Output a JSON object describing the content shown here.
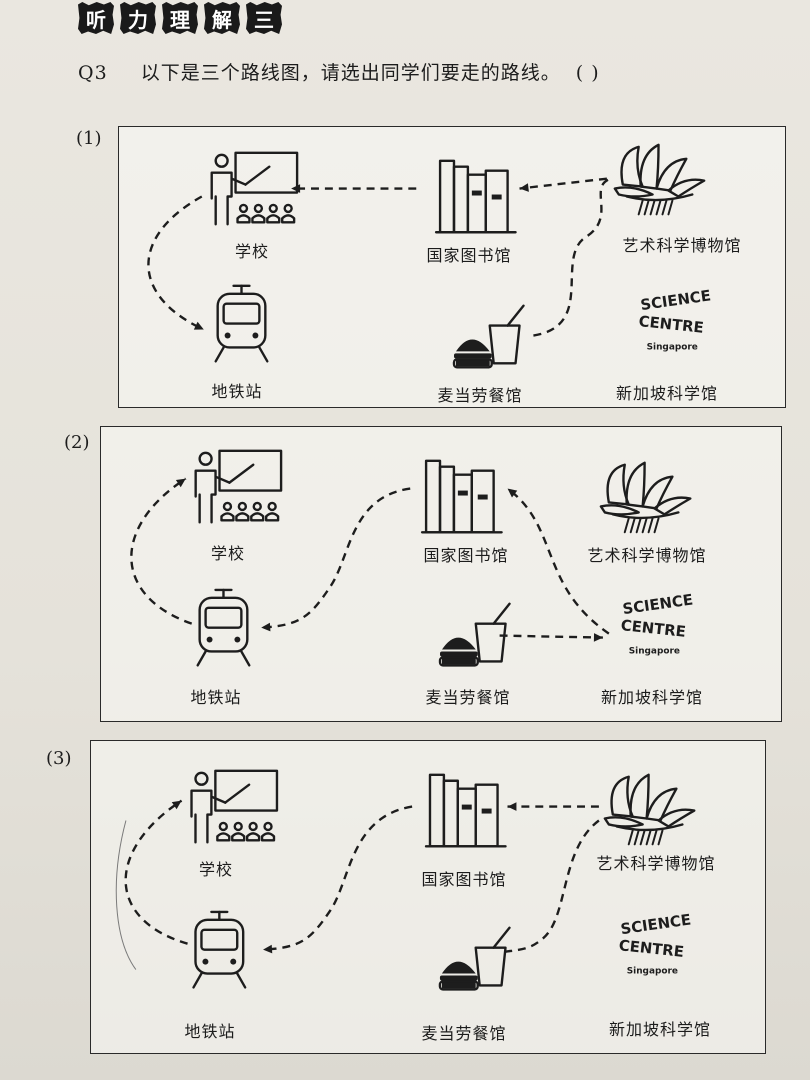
{
  "header": {
    "banner_chars": [
      "听",
      "力",
      "理",
      "解",
      "三"
    ]
  },
  "question": {
    "number": "Q3",
    "text": "以下是三个路线图，请选出同学们要走的路线。",
    "answer_paren": "(    )"
  },
  "places": {
    "school": "学校",
    "library": "国家图书馆",
    "museum": "艺术科学博物馆",
    "mrt": "地铁站",
    "mcdonalds": "麦当劳餐馆",
    "science_centre": "新加坡科学馆"
  },
  "logo": {
    "science_centre_line1": "SCIENCE",
    "science_centre_line2": "CENTRE",
    "science_centre_line3": "Singapore"
  },
  "panels": [
    {
      "label": "(1)",
      "route": [
        "museum",
        "library",
        "school",
        "mrt"
      ],
      "extra": "mcdonalds-museum"
    },
    {
      "label": "(2)",
      "route": [
        "mcdonalds",
        "science_centre",
        "library",
        "mrt",
        "school"
      ]
    },
    {
      "label": "(3)",
      "route": [
        "museum",
        "library",
        "mcdonalds",
        "mrt",
        "school"
      ]
    }
  ]
}
